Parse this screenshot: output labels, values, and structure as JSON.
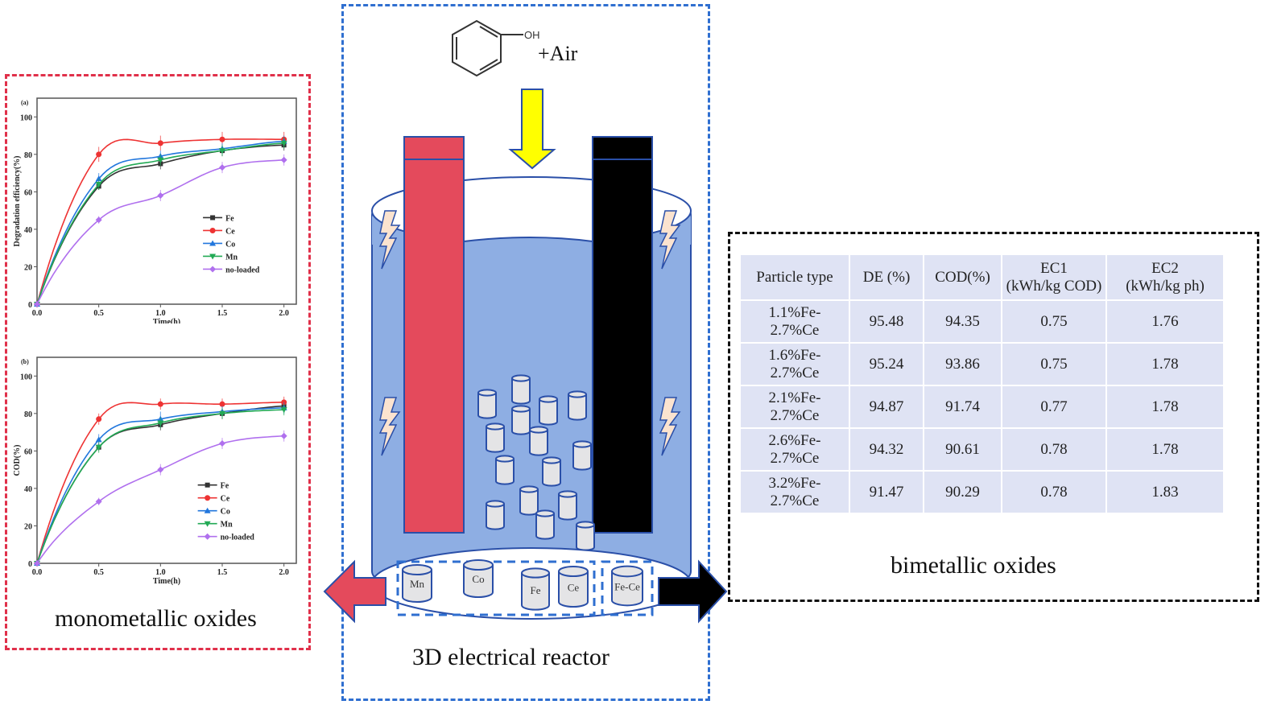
{
  "left_panel": {
    "caption": "monometallic oxides",
    "border_color": "#e0304a"
  },
  "center_panel": {
    "caption": "3D electrical reactor",
    "reactant_label": "+Air",
    "phenol_group_label": "OH",
    "particle_labels": [
      "Mn",
      "Co",
      "Fe",
      "Ce",
      "Fe-Ce"
    ],
    "border_color": "#2f6fd0",
    "anode_color": "#e44a5c",
    "cathode_color": "#000000",
    "solution_color": "#8eaee3",
    "arrow_color": "#ffff00"
  },
  "right_panel": {
    "caption": "bimetallic oxides",
    "border_color": "#111111",
    "table": {
      "headers": [
        [
          "Particle type"
        ],
        [
          "DE (%)"
        ],
        [
          "COD(%)"
        ],
        [
          "EC1",
          "(kWh/kg COD)"
        ],
        [
          "EC2",
          "(kWh/kg ph)"
        ]
      ],
      "rows": [
        [
          [
            "1.1%Fe-",
            "2.7%Ce"
          ],
          "95.48",
          "94.35",
          "0.75",
          "1.76"
        ],
        [
          [
            "1.6%Fe-",
            "2.7%Ce"
          ],
          "95.24",
          "93.86",
          "0.75",
          "1.78"
        ],
        [
          [
            "2.1%Fe-",
            "2.7%Ce"
          ],
          "94.87",
          "91.74",
          "0.77",
          "1.78"
        ],
        [
          [
            "2.6%Fe-",
            "2.7%Ce"
          ],
          "94.32",
          "90.61",
          "0.78",
          "1.78"
        ],
        [
          [
            "3.2%Fe-",
            "2.7%Ce"
          ],
          "91.47",
          "90.29",
          "0.78",
          "1.83"
        ]
      ]
    }
  },
  "chart_data": [
    {
      "type": "line",
      "panel_label": "(a)",
      "title": "",
      "xlabel": "Time(h)",
      "ylabel": "Degradation efficiency(%)",
      "x": [
        0,
        0.5,
        1.0,
        1.5,
        2.0
      ],
      "xlim": [
        0,
        2.1
      ],
      "ylim": [
        0,
        110
      ],
      "xticks": [
        "0.0",
        "0.5",
        "1.0",
        "1.5",
        "2.0"
      ],
      "yticks": [
        "0",
        "20",
        "40",
        "60",
        "80",
        "100"
      ],
      "legend_position": "center-right",
      "series": [
        {
          "name": "Fe",
          "color": "#333333",
          "marker": "square",
          "values": [
            0,
            63,
            75,
            82,
            85
          ],
          "error": [
            0,
            2,
            3,
            3,
            3
          ]
        },
        {
          "name": "Ce",
          "color": "#ee3333",
          "marker": "circle",
          "values": [
            0,
            80,
            86,
            88,
            88
          ],
          "error": [
            0,
            4,
            4,
            4,
            4
          ]
        },
        {
          "name": "Co",
          "color": "#2277dd",
          "marker": "triangle-up",
          "values": [
            0,
            67,
            79,
            83,
            87
          ],
          "error": [
            0,
            3,
            3,
            3,
            3
          ]
        },
        {
          "name": "Mn",
          "color": "#22aa55",
          "marker": "triangle-down",
          "values": [
            0,
            64,
            77,
            82,
            86
          ],
          "error": [
            0,
            3,
            3,
            3,
            3
          ]
        },
        {
          "name": "no-loaded",
          "color": "#b070ee",
          "marker": "diamond",
          "values": [
            0,
            45,
            58,
            73,
            77
          ],
          "error": [
            0,
            2,
            3,
            3,
            3
          ]
        }
      ]
    },
    {
      "type": "line",
      "panel_label": "(b)",
      "title": "",
      "xlabel": "Time(h)",
      "ylabel": "COD(%)",
      "x": [
        0,
        0.5,
        1.0,
        1.5,
        2.0
      ],
      "xlim": [
        0,
        2.1
      ],
      "ylim": [
        0,
        110
      ],
      "xticks": [
        "0.0",
        "0.5",
        "1.0",
        "1.5",
        "2.0"
      ],
      "yticks": [
        "0",
        "20",
        "40",
        "60",
        "80",
        "100"
      ],
      "legend_position": "bottom-right",
      "series": [
        {
          "name": "Fe",
          "color": "#333333",
          "marker": "square",
          "values": [
            0,
            62,
            74,
            80,
            84
          ],
          "error": [
            0,
            2,
            3,
            3,
            3
          ]
        },
        {
          "name": "Ce",
          "color": "#ee3333",
          "marker": "circle",
          "values": [
            0,
            77,
            85,
            85,
            86
          ],
          "error": [
            0,
            3,
            3,
            3,
            3
          ]
        },
        {
          "name": "Co",
          "color": "#2277dd",
          "marker": "triangle-up",
          "values": [
            0,
            66,
            77,
            81,
            83
          ],
          "error": [
            0,
            3,
            4,
            3,
            3
          ]
        },
        {
          "name": "Mn",
          "color": "#22aa55",
          "marker": "triangle-down",
          "values": [
            0,
            62,
            75,
            80,
            82
          ],
          "error": [
            0,
            3,
            3,
            3,
            3
          ]
        },
        {
          "name": "no-loaded",
          "color": "#b070ee",
          "marker": "diamond",
          "values": [
            0,
            33,
            50,
            64,
            68
          ],
          "error": [
            0,
            2,
            3,
            3,
            3
          ]
        }
      ]
    }
  ]
}
